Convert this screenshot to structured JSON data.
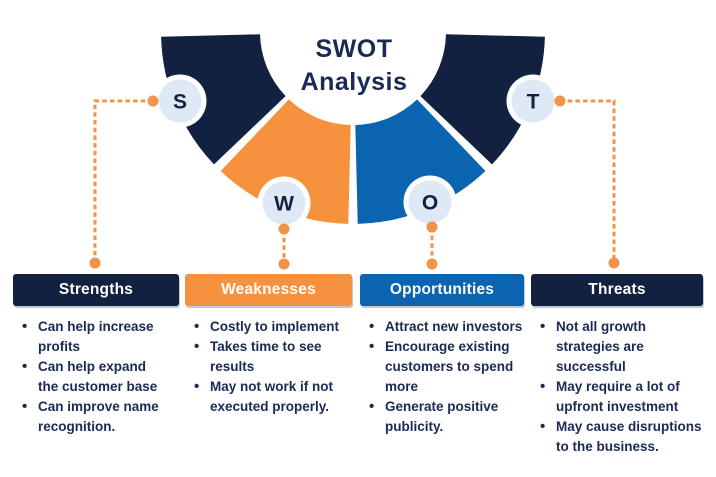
{
  "title": "SWOT Analysis",
  "colors": {
    "navy": "#132140",
    "orange": "#F6923E",
    "blue": "#0B64B0",
    "circle_fill": "#DEE9F5",
    "circle_ring": "#FFFFFF",
    "connector": "#F29349",
    "text_navy": "#1B2A55"
  },
  "sections": [
    {
      "letter": "S",
      "label": "Strengths",
      "color": "#132140",
      "items": [
        "Can help increase profits",
        "Can help expand the customer base",
        "Can improve name recognition."
      ]
    },
    {
      "letter": "W",
      "label": "Weaknesses",
      "color": "#F6923E",
      "items": [
        "Costly to implement",
        "Takes time to see results",
        "May not work if not executed properly."
      ]
    },
    {
      "letter": "O",
      "label": "Opportunities",
      "color": "#0B64B0",
      "items": [
        "Attract new investors",
        "Encourage existing customers to spend more",
        "Generate positive publicity."
      ]
    },
    {
      "letter": "T",
      "label": "Threats",
      "color": "#132140",
      "items": [
        "Not all growth strategies are successful",
        "May require a lot of upfront investment",
        "May cause disruptions to the business."
      ]
    }
  ]
}
